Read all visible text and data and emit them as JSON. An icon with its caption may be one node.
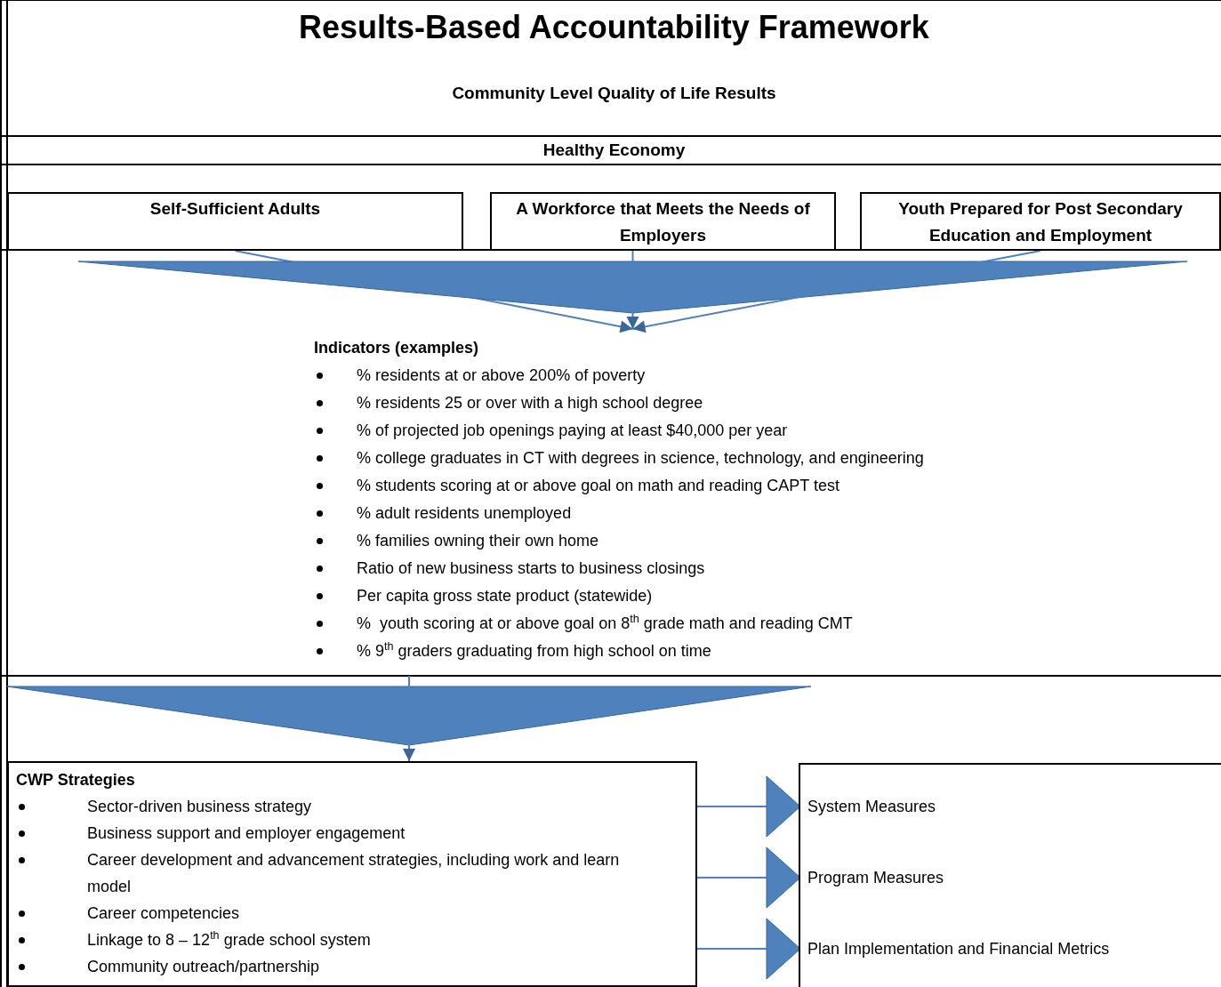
{
  "diagram": {
    "title": "Results-Based Accountability Framework",
    "nodes": [
      {
        "text": [
          "Community Level Quality of Life Results"
        ]
      },
      {
        "text": [
          "Healthy Economy"
        ]
      },
      {
        "text": [
          "Self-Sufficient Adults"
        ]
      },
      {
        "text": [
          "A Workforce that Meets the Needs of Employers"
        ]
      },
      {
        "text": [
          "Youth Prepared for Post Secondary Education and Employment"
        ]
      },
      {
        "text": [
          "Indicators (examples)",
          "% residents at or above 200% of poverty",
          "% residents 25 or over with a high school degree",
          "% of projected job openings paying at least $40,000 per year",
          "% college graduates in CT with degrees in science, technology, and engineering",
          "% students scoring at or above goal on math and reading CAPT test",
          "% adult residents unemployed",
          "% families owning their own home",
          "Ratio of new business starts to business closings",
          "Per capita gross state product (statewide)",
          "%  youth scoring at or above goal on 8$^{th}$ grade math and reading CMT",
          "% 9$^{th}$ graders graduating from high school on time"
        ]
      },
      {
        "text": [
          "CWP Strategies",
          "Sector-driven business strategy",
          "Business support and employer engagement",
          "Career development and advancement strategies, including work and learn model",
          "Career competencies",
          "Linkage to 8 – 12$^{th}$ grade school system",
          "Community outreach/partnership"
        ]
      },
      {
        "text": [],
        "shape": "box"
      },
      {
        "text": [
          "System Measures"
        ],
        "in": 7
      },
      {
        "text": [
          "Program Measures"
        ],
        "in": 7
      },
      {
        "text": [
          "Plan Implementation and Financial Metrics"
        ],
        "in": 7
      }
    ],
    "edges": [
      {
        "from": 2,
        "to": 5,
        "arrow": "to"
      },
      {
        "from": 3,
        "to": 5,
        "arrow": "to"
      },
      {
        "from": 4,
        "to": 5,
        "arrow": "to"
      },
      {
        "from": 5,
        "to": 6,
        "arrow": "to"
      },
      {
        "from": 6,
        "to": 8,
        "arrow": "to"
      },
      {
        "from": 6,
        "to": 9,
        "arrow": "to"
      },
      {
        "from": 6,
        "to": 10,
        "arrow": "to"
      }
    ]
  }
}
